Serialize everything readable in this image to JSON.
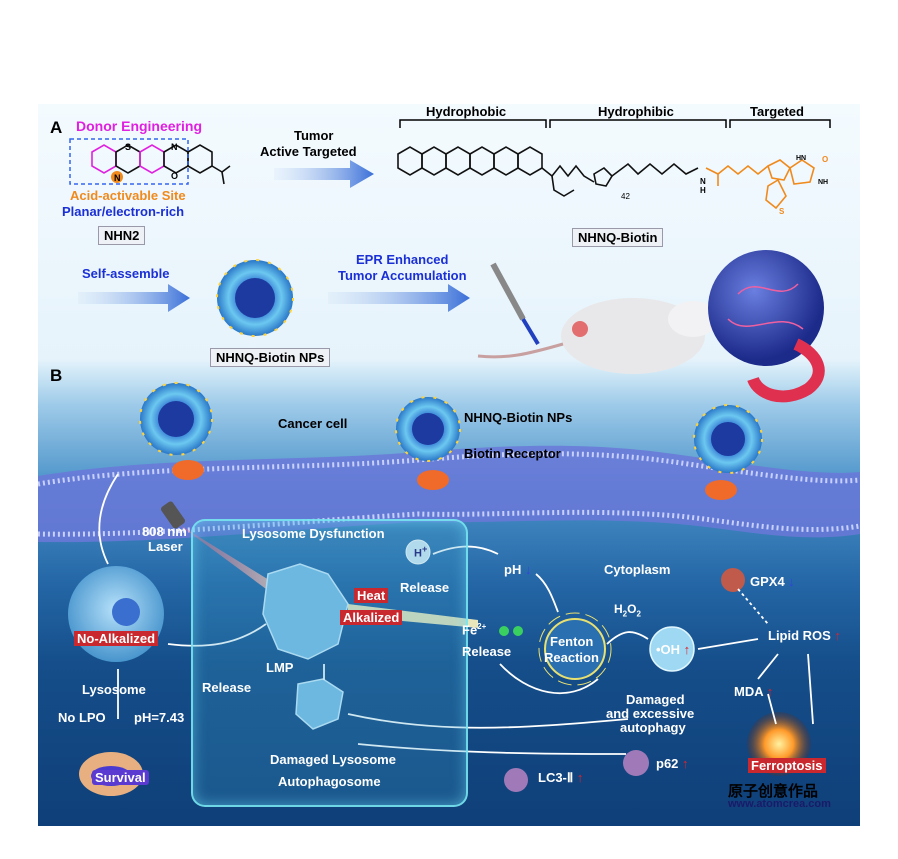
{
  "panel_a": {
    "label": "A",
    "donor_engineering": "Donor Engineering",
    "acid_site": "Acid-activable Site",
    "planar": "Planar/electron-rich",
    "nhn2": "NHN2",
    "tumor_active": "Tumor\nActive Targeted",
    "tumor_line1": "Tumor",
    "tumor_line2": "Active Targeted",
    "hydrophobic": "Hydrophobic",
    "hydrophilic": "Hydrophibic",
    "targeted": "Targeted",
    "peg_n": "42",
    "nhnq_biotin": "NHNQ-Biotin",
    "self_assemble": "Self-assemble",
    "nps_label": "NHNQ-Biotin NPs",
    "epr_line1": "EPR Enhanced",
    "epr_line2": "Tumor Accumulation"
  },
  "panel_b": {
    "label": "B",
    "cancer_cell": "Cancer cell",
    "nps": "NHNQ-Biotin NPs",
    "biotin_receptor": "Biotin Receptor",
    "laser_line1": "808 nm",
    "laser_line2": "Laser",
    "lysosome_dysfunction": "Lysosome Dysfunction",
    "heat": "Heat",
    "alkalized": "Alkalized",
    "no_alkalized": "No-Alkalized",
    "lysosome": "Lysosome",
    "no_lpo": "No LPO",
    "ph_743": "pH=7.43",
    "survival": "Survival",
    "release_1": "Release",
    "release_2": "Release",
    "release_3": "Release",
    "lmp": "LMP",
    "damaged_lysosome": "Damaged Lysosome",
    "autophagosome": "Autophagosome",
    "ph": "pH",
    "cytoplasm": "Cytoplasm",
    "fe": "Fe",
    "fe_sup": "2+",
    "fenton_line1": "Fenton",
    "fenton_line2": "Reaction",
    "h2o2": "H",
    "oh": "•OH",
    "gpx4": "GPX4",
    "lipid_ros": "Lipid ROS",
    "mda": "MDA",
    "ferroptosis": "Ferroptosis",
    "damaged_line1": "Damaged",
    "damaged_line2": "and excessive",
    "damaged_line3": "autophagy",
    "p62": "p62",
    "lc3": "LC3-Ⅱ",
    "h_plus": "H"
  },
  "watermark": {
    "brand": "原子创意作品",
    "url": "www.atomcrea.com"
  },
  "colors": {
    "magenta": "#e020e0",
    "orange": "#f08a1c",
    "blue_text": "#1a2fd6",
    "up_arrow": "#e0222a",
    "down_arrow": "#3344dd"
  }
}
